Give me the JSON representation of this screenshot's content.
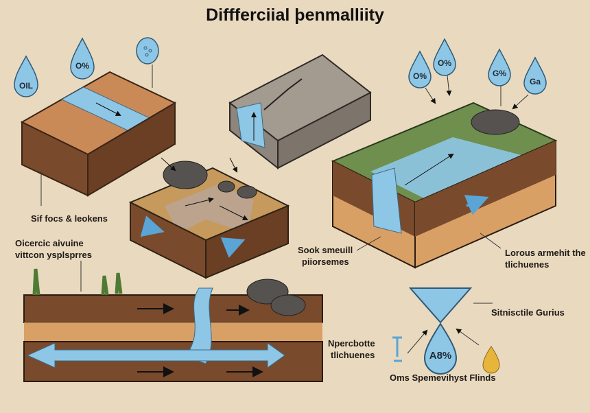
{
  "title": "Diffferciial þenmalliity",
  "drops_left": [
    "OIL",
    "O%"
  ],
  "drops_right": [
    "O%",
    "O%",
    "G%",
    "Ga"
  ],
  "labels": {
    "left_block": "Sif focs & leokens",
    "bottom_left_line1": "Oicercic aivuine",
    "bottom_left_line2": "vittcon ysplsprres",
    "center_line1": "Sook smeuill",
    "center_line2": "piiorsemes",
    "right_line1": "Lorous armehit the",
    "right_line2": "tlichuenes",
    "funnel": "Sitnisctile Gurius",
    "bottom_right_line1": "Npercbotte",
    "bottom_right_line2": "tlichuenes",
    "main_drop": "A8%",
    "caption": "Oms Spemevihyst Flinds"
  },
  "colors": {
    "background": "#e9d9bf",
    "water": "#8ec6e6",
    "soil_dark": "#7a4a2c",
    "soil_top": "#c98a57",
    "sand": "#d9a066",
    "grass": "#6f8f4e",
    "rock": "#55524f",
    "oil": "#e7b43c"
  }
}
